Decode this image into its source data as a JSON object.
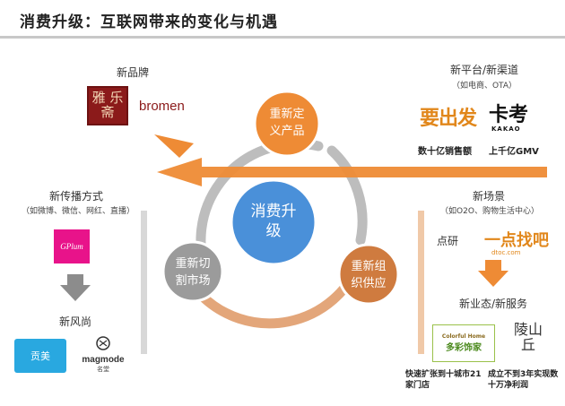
{
  "title": "消费升级：互联网带来的变化与机遇",
  "center": {
    "line1": "消费升",
    "line2": "级"
  },
  "nodes": {
    "top": {
      "line1": "重新定",
      "line2": "义产品"
    },
    "left": {
      "line1": "重新切",
      "line2": "割市场"
    },
    "right": {
      "line1": "重新组",
      "line2": "织供应"
    }
  },
  "new_brand": {
    "label": "新品牌",
    "logo_chars": "雅 乐 斋",
    "logo_text": "bromen"
  },
  "new_channel": {
    "label": "新平台/新渠道",
    "sub": "（如电商、OTA）",
    "yao_logo": "要出发",
    "kakao_logo": "卡考",
    "kakao_sub": "KAKAO",
    "caption_left": "数十亿销售额",
    "caption_right": "上千亿GMV"
  },
  "new_media": {
    "label": "新传播方式",
    "sub": "（如微博、微信、网红、直播）",
    "gp_logo": "GPlum"
  },
  "new_fashion": {
    "label": "新风尚",
    "qm_logo": "贡美",
    "magmode": "magmode",
    "magmode_sub": "名堂"
  },
  "new_scene": {
    "label": "新场景",
    "sub": "（如O2O、购物生活中心）",
    "dianyan_logo": "点研",
    "zhaowo_logo": "一点找吧",
    "zhaowo_sub": "dtoc.com"
  },
  "new_service": {
    "label": "新业态/新服务",
    "colorful_cn": "多彩饰家",
    "colorful_en": "Colorful Home",
    "lingli_logo": "陵山丘",
    "caption_left": "快速扩张到十城市21家门店",
    "caption_right": "成立不到3年实现数十万净利润"
  },
  "colors": {
    "arrow": "#ee8b35",
    "top_node": "#ee8b35",
    "center": "#4a90d9",
    "left_node": "#9b9b9b",
    "right_node": "#cf7b3f",
    "ring_gray": "#bdbdbd",
    "ring_orange": "#e3a67a"
  }
}
